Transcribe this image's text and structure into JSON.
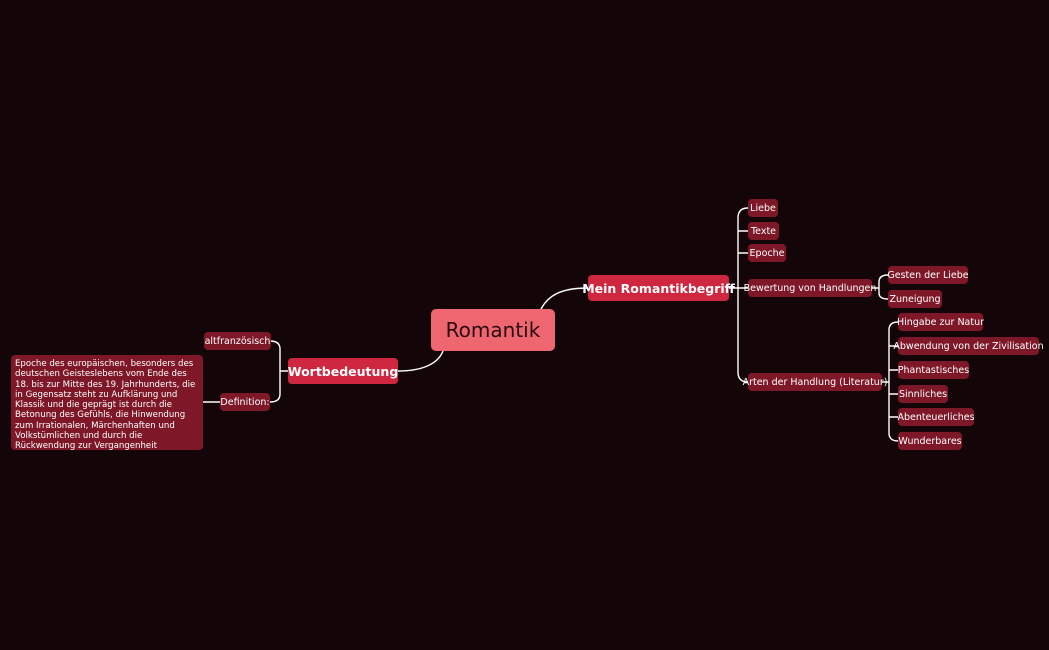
{
  "central_topic": "Romantik",
  "right_branch": {
    "label": "Mein Romantikbegriff",
    "children": {
      "liebe": "Liebe",
      "texte": "Texte",
      "epoche": "Epoche",
      "bewertung": {
        "label": "Bewertung von Handlungen",
        "children": [
          "Gesten der Liebe",
          "Zuneigung"
        ]
      },
      "arten": {
        "label": "Arten der Handlung (Literatur)",
        "children": [
          "Hingabe zur Natur",
          "Abwendung von der Zivilisation",
          "Phantastisches",
          "Sinnliches",
          "Abenteuerliches",
          "Wunderbares"
        ]
      }
    }
  },
  "left_branch": {
    "label": "Wortbedeutung",
    "children": {
      "altfranzoesisch": "altfranzösisch",
      "definition": {
        "label": "Definition:",
        "text": "Epoche des europäischen, besonders des deutschen Geisteslebens vom Ende des 18. bis zur Mitte des 19. Jahrhunderts, die in Gegensatz steht zu Aufklärung und Klassik und die geprägt ist durch die Betonung des Gefühls, die Hinwendung zum Irrationalen, Märchenhaften und Volkstümlichen und durch die Rückwendung zur Vergangenheit"
      }
    }
  },
  "colors": {
    "background": "#130508",
    "central": "#ee6670",
    "main_topic": "#cf2740",
    "subtopic": "#7e1828",
    "connector": "#ffffff"
  }
}
